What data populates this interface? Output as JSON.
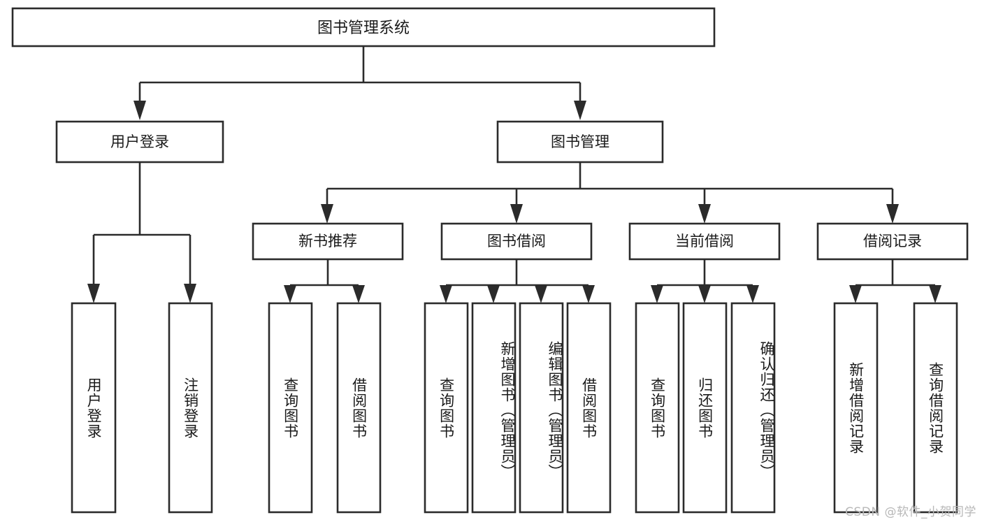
{
  "diagram": {
    "type": "tree",
    "title": "图书管理系统",
    "root": {
      "label": "图书管理系统",
      "level": 0
    },
    "level2": [
      {
        "label": "用户登录"
      },
      {
        "label": "图书管理"
      }
    ],
    "level3": [
      {
        "label": "新书推荐"
      },
      {
        "label": "图书借阅"
      },
      {
        "label": "当前借阅"
      },
      {
        "label": "借阅记录"
      }
    ],
    "leaves": {
      "user_login": [
        {
          "label": "用户登录"
        },
        {
          "label": "注销登录"
        }
      ],
      "new_book_recommend": [
        {
          "label": "查询图书"
        },
        {
          "label": "借阅图书"
        }
      ],
      "book_borrow": [
        {
          "label": "查询图书"
        },
        {
          "label": "新增图书（管理员）"
        },
        {
          "label": "编辑图书（管理员）"
        },
        {
          "label": "借阅图书"
        }
      ],
      "current_borrow": [
        {
          "label": "查询图书"
        },
        {
          "label": "归还图书"
        },
        {
          "label": "确认归还（管理员）"
        }
      ],
      "borrow_record": [
        {
          "label": "新增借阅记录"
        },
        {
          "label": "查询借阅记录"
        }
      ]
    }
  },
  "watermark": {
    "text": "CSDN @软件_小贺同学"
  },
  "colors": {
    "stroke": "#2b2b2b",
    "fill": "#ffffff",
    "text": "#1a1a1a",
    "watermark": "#b8b8b8"
  }
}
